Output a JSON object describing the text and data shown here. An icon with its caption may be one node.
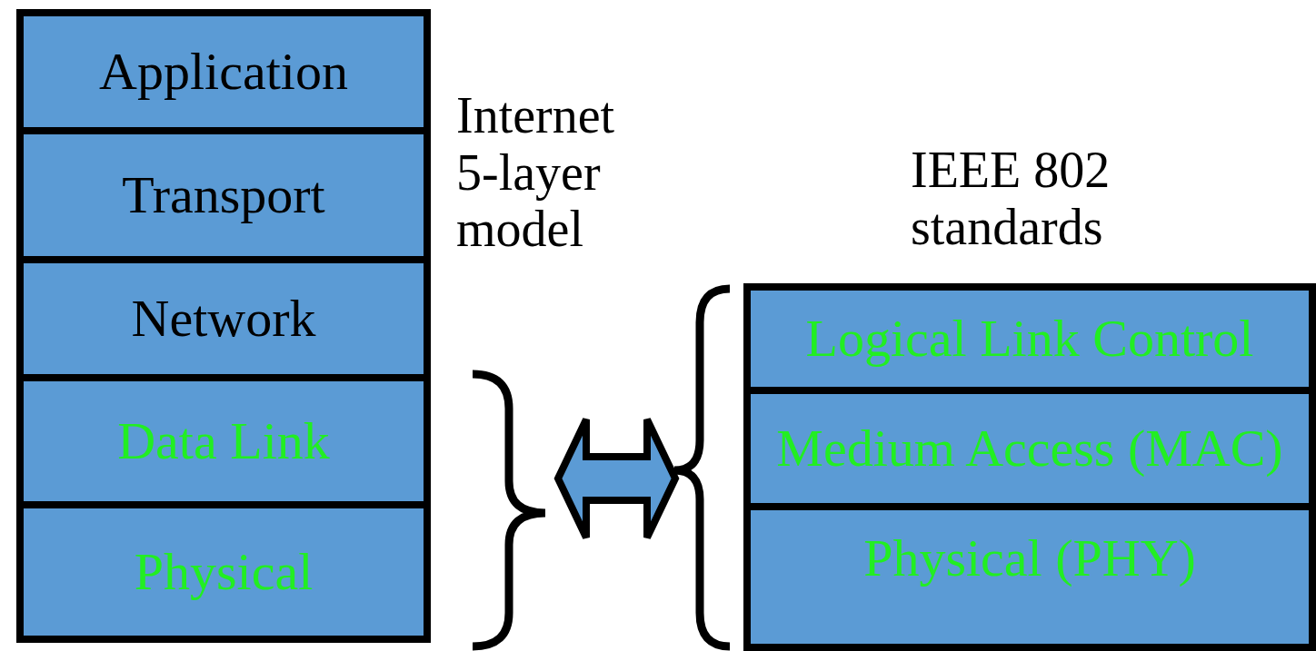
{
  "diagram": {
    "nodes": [
      {
        "text": [
          "Application"
        ]
      },
      {
        "text": [
          "Transport"
        ]
      },
      {
        "text": [
          "Network"
        ]
      },
      {
        "text": [
          "Data Link"
        ]
      },
      {
        "text": [
          "Physical"
        ]
      },
      {
        "text": [
          "Logical Link Control"
        ]
      },
      {
        "text": [
          "Medium Access (MAC)"
        ]
      },
      {
        "text": [
          "Physical (PHY)"
        ]
      }
    ],
    "labels": [
      "Internet 5-layer model",
      "IEEE 802 standards"
    ]
  }
}
